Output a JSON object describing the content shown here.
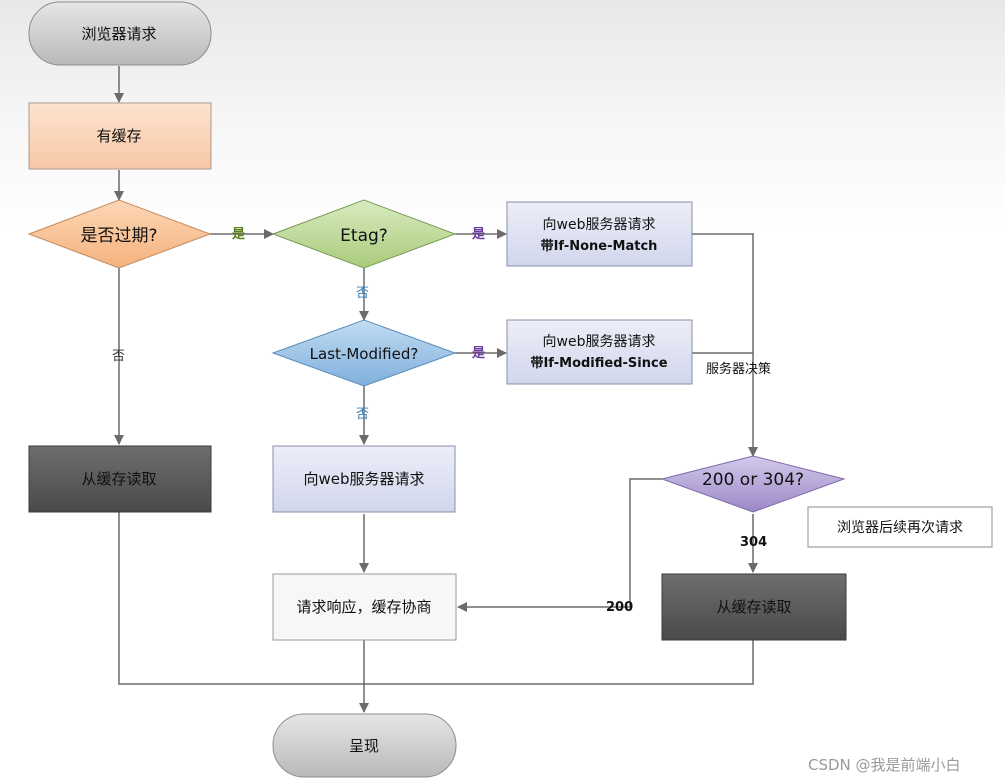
{
  "nodes": {
    "start": "浏览器请求",
    "has_cache": "有缓存",
    "expired": "是否过期?",
    "etag": "Etag?",
    "req_inm_l1": "向web服务器请求",
    "req_inm_l2": "带If-None-Match",
    "last_modified": "Last-Modified?",
    "req_ims_l1": "向web服务器请求",
    "req_ims_l2": "带If-Modified-Since",
    "read_cache_left": "从缓存读取",
    "req_plain": "向web服务器请求",
    "status_check": "200 or 304?",
    "note": "浏览器后续再次请求",
    "response": "请求响应，缓存协商",
    "read_cache_right": "从缓存读取",
    "render": "呈现"
  },
  "edges": {
    "expired_yes": "是",
    "expired_no": "否",
    "etag_yes": "是",
    "etag_no": "否",
    "lm_yes": "是",
    "lm_no": "否",
    "server_decide": "服务器决策",
    "code_304": "304",
    "code_200": "200"
  },
  "watermark": "CSDN @我是前端小白",
  "colors": {
    "terminal": "#cfcfcf",
    "orange": "#fbd4b8",
    "diamond_orange": "#fcc79b",
    "green": "#bcd79a",
    "blue": "#9cc3e4",
    "purple": "#b8a9d6",
    "lavender": "#dfe2f2",
    "dark": "#5a5a5a",
    "label_green": "#5a7d1e",
    "label_purple": "#6a3c9c",
    "label_blue": "#3d7fb8"
  }
}
